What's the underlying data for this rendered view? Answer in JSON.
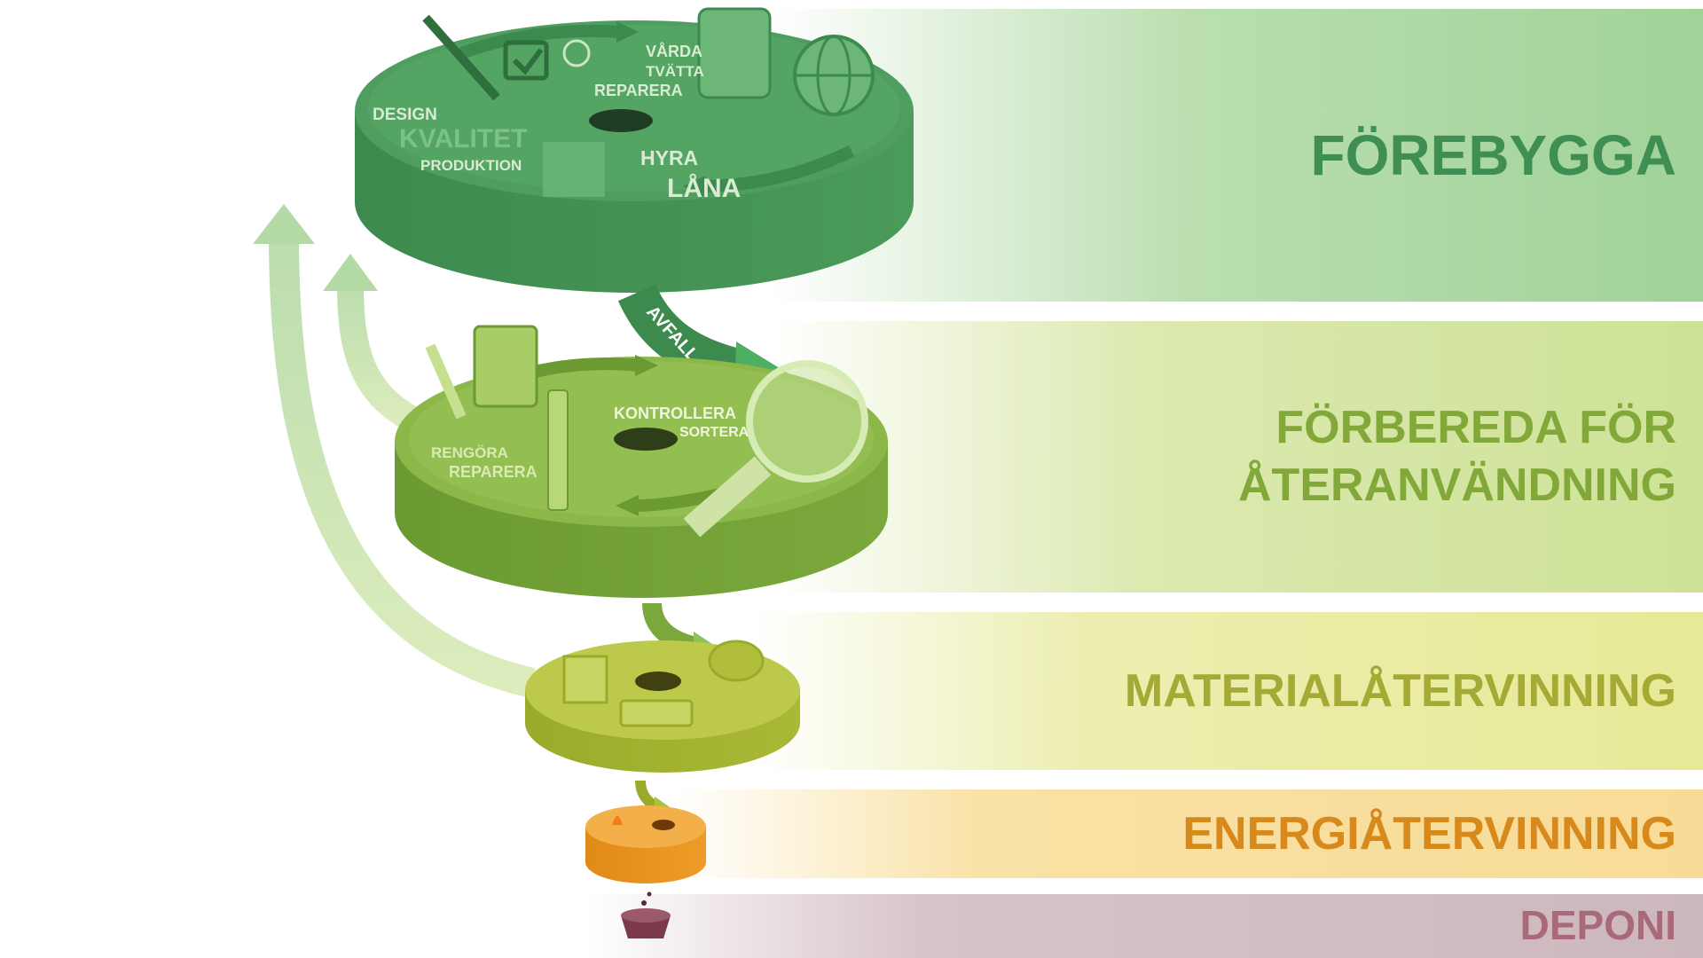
{
  "levels": [
    {
      "label": "FÖREBYGGA"
    },
    {
      "label": "FÖRBEREDA FÖR ÅTERANVÄNDNING"
    },
    {
      "label": "MATERIALÅTERVINNING"
    },
    {
      "label": "ENERGIÅTERVINNING"
    },
    {
      "label": "DEPONI"
    }
  ],
  "disc1": {
    "design": "DESIGN",
    "kvalitet": "KVALITET",
    "produktion": "PRODUKTION",
    "varda": "VÅRDA",
    "tvatta": "TVÄTTA",
    "reparera": "REPARERA",
    "hyra": "HYRA",
    "lana": "LÅNA"
  },
  "arrow_avfall": "AVFALL",
  "disc2": {
    "kontrollera": "KONTROLLERA",
    "sortera": "SORTERA",
    "rengora": "RENGÖRA",
    "reparera": "REPARERA"
  },
  "colors": {
    "forebygga": "#3f8f54",
    "forbereda": "#82a83a",
    "material": "#a5aa35",
    "energi": "#d8891c",
    "deponi": "#a86a78"
  }
}
